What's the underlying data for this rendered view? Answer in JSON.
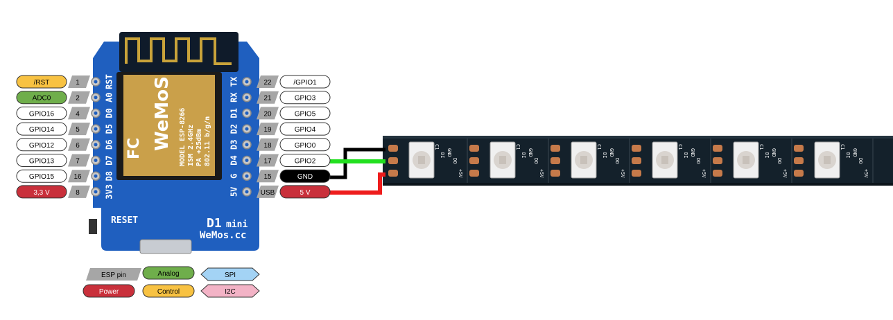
{
  "colors": {
    "control": "#f8c242",
    "analog": "#6fae4b",
    "power": "#c9303b",
    "esp": "#a6a6a6",
    "spi": "#a3d3f5",
    "i2c": "#f3b3c6",
    "gnd": "#000000",
    "board": "#1f5fbf",
    "strip": "#14212b"
  },
  "left_pins": [
    {
      "func": "/RST",
      "num": "1",
      "silk": "RST",
      "type": "control"
    },
    {
      "func": "ADC0",
      "num": "2",
      "silk": "A0",
      "type": "analog"
    },
    {
      "func": "GPIO16",
      "num": "4",
      "silk": "D0",
      "type": "gpio"
    },
    {
      "func": "GPIO14",
      "num": "5",
      "silk": "D5",
      "type": "gpio"
    },
    {
      "func": "GPIO12",
      "num": "6",
      "silk": "D6",
      "type": "gpio"
    },
    {
      "func": "GPIO13",
      "num": "7",
      "silk": "D7",
      "type": "gpio"
    },
    {
      "func": "GPIO15",
      "num": "16",
      "silk": "D8",
      "type": "gpio"
    },
    {
      "func": "3,3 V",
      "num": "8",
      "silk": "3V3",
      "type": "power"
    }
  ],
  "right_pins": [
    {
      "func": "/GPIO1",
      "num": "22",
      "silk": "TX",
      "type": "gpio"
    },
    {
      "func": "GPIO3",
      "num": "21",
      "silk": "RX",
      "type": "gpio"
    },
    {
      "func": "GPIO5",
      "num": "20",
      "silk": "D1",
      "type": "gpio"
    },
    {
      "func": "GPIO4",
      "num": "19",
      "silk": "D2",
      "type": "gpio"
    },
    {
      "func": "GPIO0",
      "num": "18",
      "silk": "D3",
      "type": "gpio"
    },
    {
      "func": "GPIO2",
      "num": "17",
      "silk": "D4",
      "type": "gpio"
    },
    {
      "func": "GND",
      "num": "15",
      "silk": "G",
      "type": "gnd"
    },
    {
      "func": "5 V",
      "num": "USB",
      "silk": "5V",
      "type": "power"
    }
  ],
  "board": {
    "module_text": [
      "WeMoS",
      "MODEL ESP-8266",
      "ISM 2.4GHz",
      "PA +25dBm",
      "802.11 b/g/n"
    ],
    "fcc": "FC",
    "reset_label": "RESET",
    "name_main": "D1",
    "name_sub": "mini",
    "site": "WeMos.cc"
  },
  "strip": {
    "pad_labels": [
      "GND",
      "DI",
      "DO",
      "C1",
      "+5V"
    ]
  },
  "legend": [
    {
      "label": "ESP pin",
      "shape": "parallelogram",
      "color": "esp"
    },
    {
      "label": "Analog",
      "shape": "pill",
      "color": "analog"
    },
    {
      "label": "SPI",
      "shape": "hexagon",
      "color": "spi"
    },
    {
      "label": "Power",
      "shape": "pill",
      "color": "power"
    },
    {
      "label": "Control",
      "shape": "pill",
      "color": "control"
    },
    {
      "label": "I2C",
      "shape": "hexagon",
      "color": "i2c"
    }
  ]
}
